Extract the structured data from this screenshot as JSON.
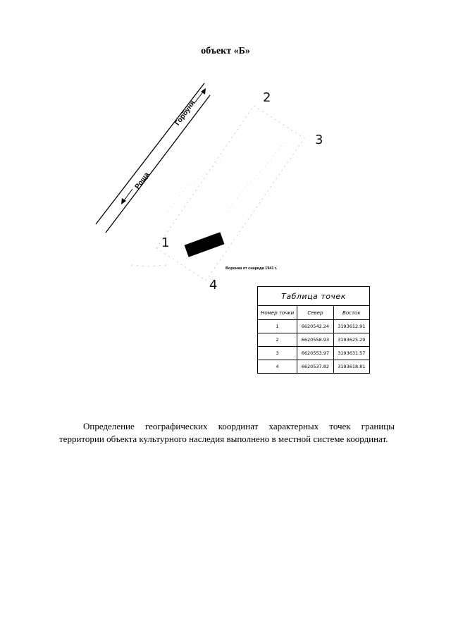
{
  "document": {
    "title": "объект «Б»",
    "paragraph": "Определение географических координат характерных точек границы территории объекта культурного наследия выполнено в местной системе координат."
  },
  "plan": {
    "point_labels": [
      "1",
      "2",
      "3",
      "4"
    ],
    "road_left": "Роща",
    "road_right": "Горбуня",
    "block_caption": "Воронка от снаряда 1941 г."
  },
  "points_table": {
    "caption": "Таблица точек",
    "headers": [
      "Номер точки",
      "Север",
      "Восток"
    ],
    "rows": [
      [
        "1",
        "6620542.24",
        "3193612.91"
      ],
      [
        "2",
        "6620558.93",
        "3193625.29"
      ],
      [
        "3",
        "6620553.97",
        "3193631.57"
      ],
      [
        "4",
        "6620537.82",
        "3193618.81"
      ]
    ]
  }
}
